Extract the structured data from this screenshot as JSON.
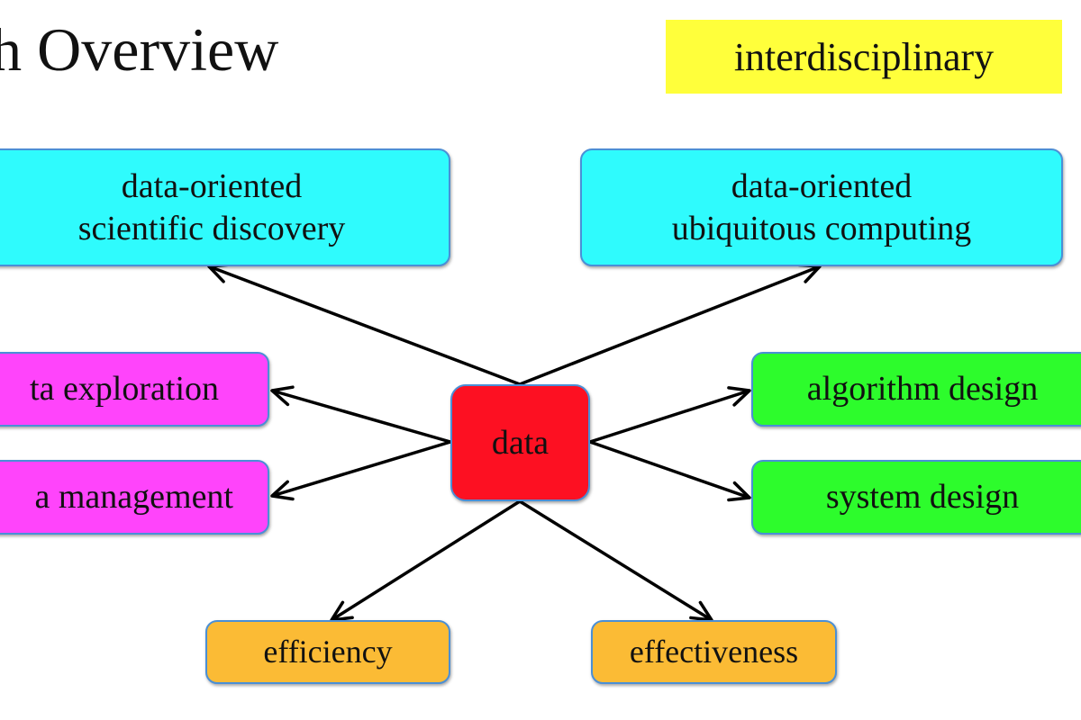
{
  "slide": {
    "title": "ch Overview",
    "tag": "interdisciplinary",
    "colors": {
      "tag": "#ffff3b",
      "cyan": "#2ffbfd",
      "pink": "#ff44fb",
      "green": "#2dfc2c",
      "orange": "#fbbb35",
      "red": "#fd1022",
      "border": "#4a8fd6"
    }
  },
  "nodes": {
    "center": "data",
    "scientific_discovery": [
      "data-oriented",
      "scientific discovery"
    ],
    "ubiquitous_computing": [
      "data-oriented",
      "ubiquitous computing"
    ],
    "exploration": "ta exploration",
    "management": "a management",
    "algorithm_design": "algorithm design",
    "system_design": "system design",
    "efficiency": "efficiency",
    "effectiveness": "effectiveness"
  }
}
